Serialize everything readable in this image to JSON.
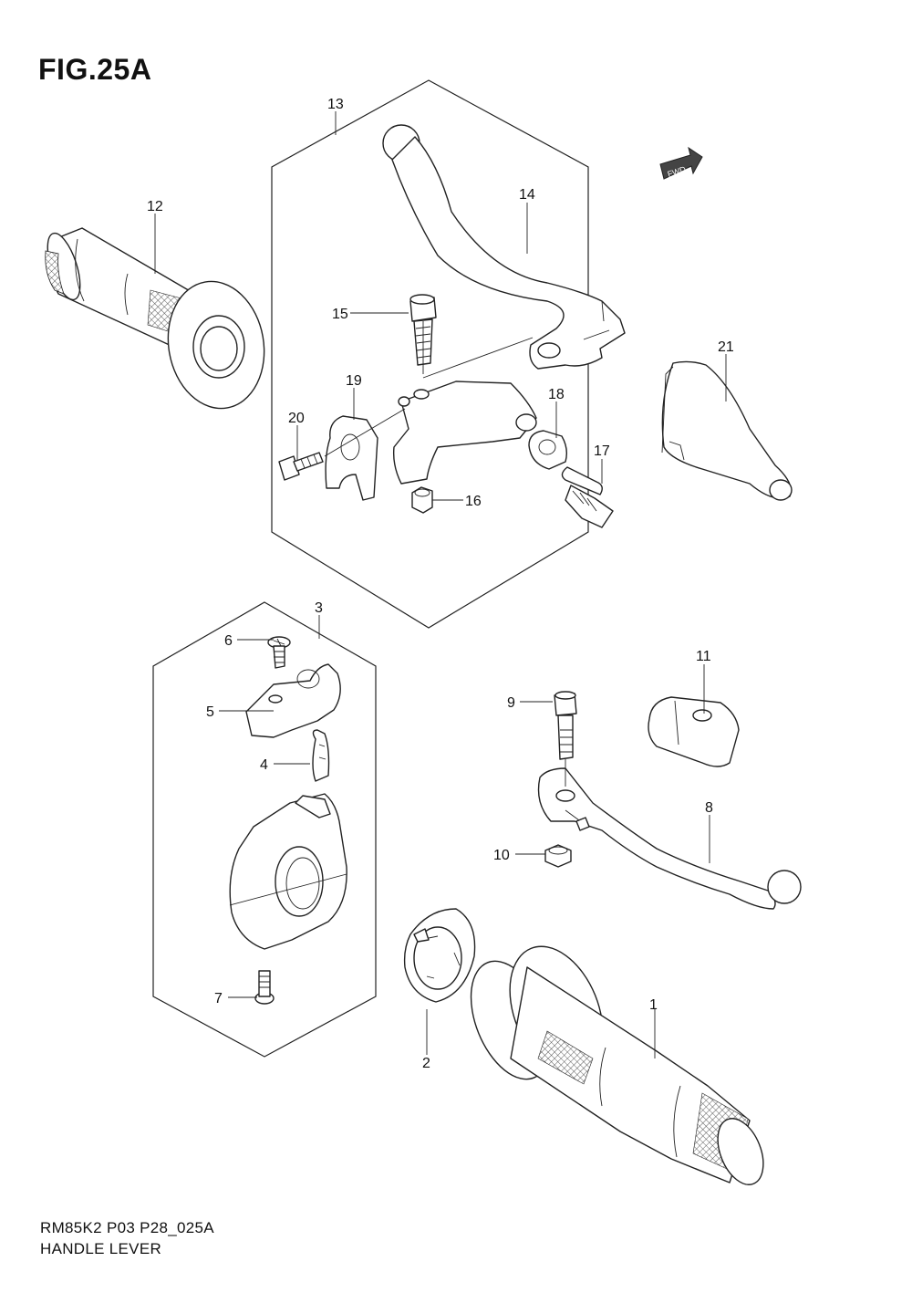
{
  "figure": {
    "title": "FIG.25A",
    "footer_code": "RM85K2 P03 P28_025A",
    "footer_name": "HANDLE LEVER",
    "fwd_label": "FWD"
  },
  "callouts": [
    "1",
    "2",
    "3",
    "4",
    "5",
    "6",
    "7",
    "8",
    "9",
    "10",
    "11",
    "12",
    "13",
    "14",
    "15",
    "16",
    "17",
    "18",
    "19",
    "20",
    "21"
  ]
}
